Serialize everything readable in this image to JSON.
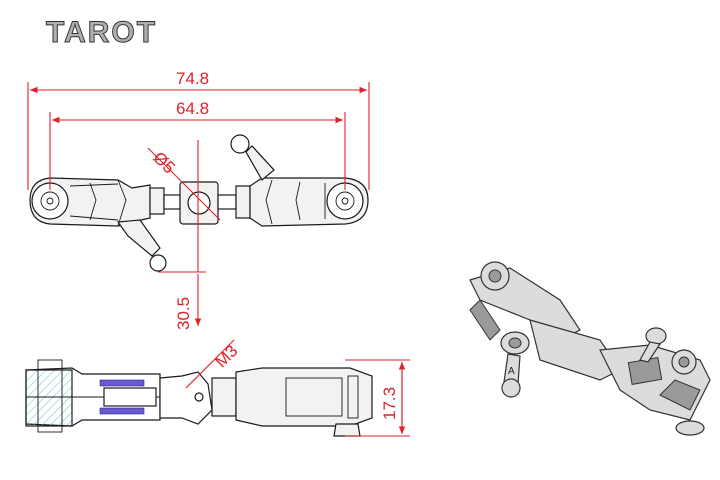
{
  "brand": {
    "logo_text": "TAROT"
  },
  "dimensions": {
    "overall_length": "74.8",
    "hole_spacing": "64.8",
    "ball_diameter": "Ø5",
    "ball_offset": "30.5",
    "thread": "M3",
    "height": "17.3"
  },
  "iso_view": {
    "marking": "A"
  },
  "colors": {
    "dimension": "#e0202a",
    "section_hatch": "#5fc9d9",
    "insert": "#6a5acd"
  }
}
